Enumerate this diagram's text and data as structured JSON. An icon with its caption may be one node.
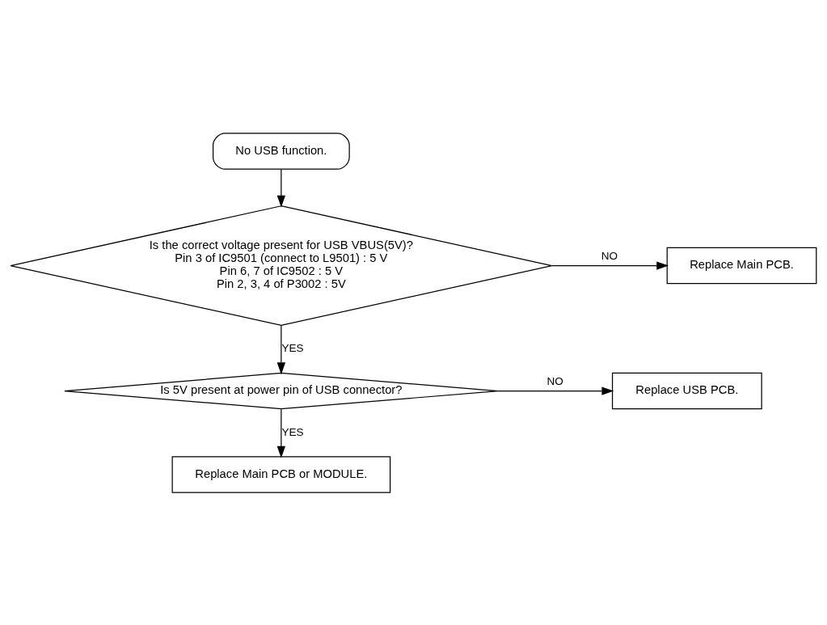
{
  "diagram": {
    "nodes": [
      {
        "text": [
          "No USB function."
        ]
      },
      {
        "text": [
          "Is the correct voltage present for USB VBUS(5V)?",
          "Pin 3 of IC9501 (connect to L9501) : 5 V",
          "Pin 6, 7 of IC9502 : 5 V",
          "Pin 2, 3, 4 of P3002 : 5V"
        ]
      },
      {
        "text": [
          "Replace Main PCB."
        ]
      },
      {
        "text": [
          "Is 5V present at power pin of USB connector?"
        ]
      },
      {
        "text": [
          "Replace USB PCB."
        ]
      },
      {
        "text": [
          "Replace Main PCB or MODULE."
        ]
      }
    ],
    "edges": [
      {
        "from": 0,
        "to": 1,
        "arrow": "to"
      },
      {
        "from": 1,
        "to": 2,
        "arrow": "to",
        "label": "NO"
      },
      {
        "from": 1,
        "to": 3,
        "arrow": "to",
        "label": "YES"
      },
      {
        "from": 3,
        "to": 4,
        "arrow": "to",
        "label": "NO"
      },
      {
        "from": 3,
        "to": 5,
        "arrow": "to",
        "label": "YES"
      }
    ]
  }
}
